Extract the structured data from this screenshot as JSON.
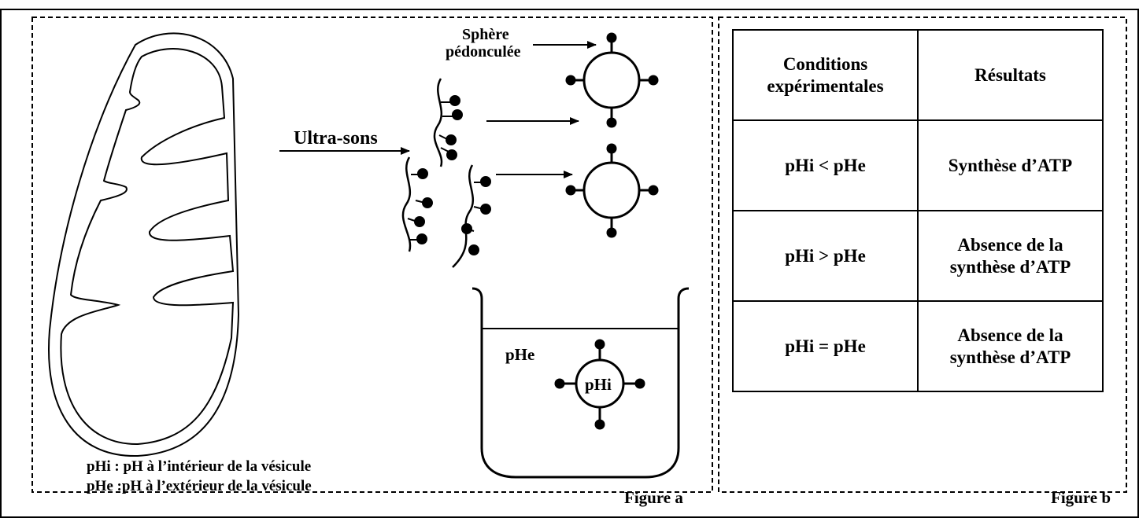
{
  "figure_a": {
    "label": "Figure a",
    "arrow_label": "Ultra-sons",
    "sphere_label_line1": "Sphère",
    "sphere_label_line2": "pédonculée",
    "beaker_outside_label": "pHe",
    "vesicle_inside_label": "pHi",
    "legend_line1": "pHi : pH à l’intérieur de la vésicule",
    "legend_line2": "pHe :pH à l’extérieur de la vésicule"
  },
  "figure_b": {
    "label": "Figure b",
    "table": {
      "headers": [
        "Conditions expérimentales",
        "Résultats"
      ],
      "rows": [
        [
          "pHi < pHe",
          "Synthèse d’ATP"
        ],
        [
          "pHi > pHe",
          "Absence de la synthèse d’ATP"
        ],
        [
          "pHi = pHe",
          "Absence de la synthèse d’ATP"
        ]
      ]
    }
  }
}
